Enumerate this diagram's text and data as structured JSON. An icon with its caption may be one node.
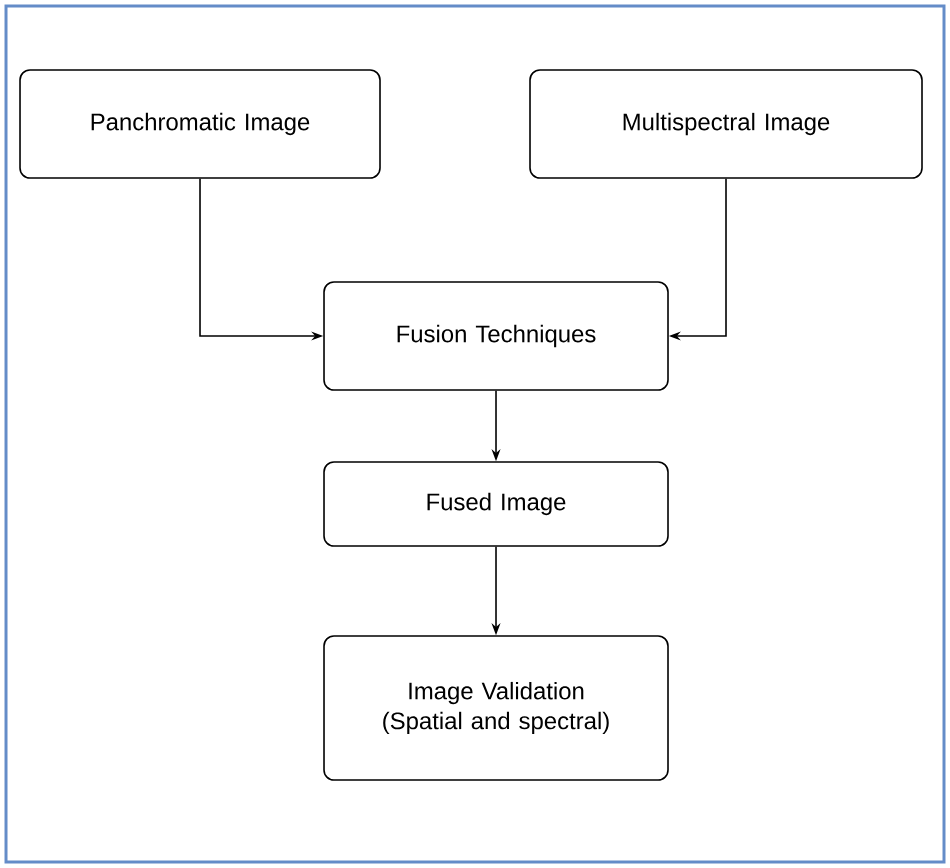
{
  "diagram": {
    "nodes": [
      {
        "text": [
          "Panchromatic Image"
        ]
      },
      {
        "text": [
          "Multispectral Image"
        ]
      },
      {
        "text": [
          "Fusion Techniques"
        ]
      },
      {
        "text": [
          "Fused Image"
        ]
      },
      {
        "text": [
          "Image Validation (Spatial and spectral)"
        ]
      }
    ],
    "edges": [
      {
        "from": 0,
        "to": 2,
        "arrow": "to"
      },
      {
        "from": 1,
        "to": 2,
        "arrow": "to"
      },
      {
        "from": 2,
        "to": 3,
        "arrow": "to"
      },
      {
        "from": 3,
        "to": 4,
        "arrow": "to"
      }
    ]
  }
}
